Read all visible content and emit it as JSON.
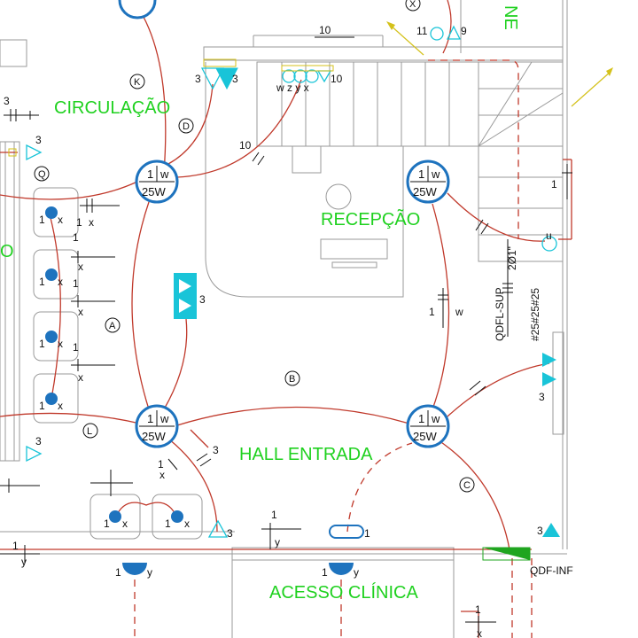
{
  "rooms": {
    "circulacao": "CIRCULAÇÃO",
    "recepcao": "RECEPÇÃO",
    "hall": "HALL ENTRADA",
    "acesso": "ACESSO CLÍNICA",
    "edge_top": "NE",
    "edge_left": "O"
  },
  "lamps": {
    "l1": {
      "num": "1",
      "circ": "w",
      "power": "25W"
    },
    "l2": {
      "num": "1",
      "circ": "w",
      "power": "25W"
    },
    "l3": {
      "num": "1",
      "circ": "w",
      "power": "25W"
    },
    "l4": {
      "num": "1",
      "circ": "w",
      "power": "25W"
    }
  },
  "circuits": {
    "a": "A",
    "b": "B",
    "c": "C",
    "d": "D",
    "k": "K",
    "l": "L",
    "q": "Q",
    "x": "X"
  },
  "labels": {
    "n10_top": "10",
    "n10_diag": "10",
    "n3_sp1": "3",
    "n3_sp2": "3",
    "wzyx": "w z y x",
    "n10_right": "10",
    "n11": "11",
    "n9": "9",
    "n3_left_top": "3",
    "n3_wall_left": "3",
    "n3_pair": "3",
    "n3_right": "3",
    "n3_bot_sp": "3",
    "n3_qdf": "3",
    "n3_lower_left": "3",
    "n1_u": "1",
    "u": "u",
    "qdfl_sup": "QDFL-SUP",
    "cond1": "2Ø1\"",
    "cond2": "#25#25#25",
    "qdf_inf": "QDF-INF",
    "sw_1x_a": "1",
    "x_a": "x",
    "sw_1x_b": "1",
    "x_b": "x",
    "sw_1x_c": "1",
    "x_c": "x",
    "sw_1x_d": "1",
    "x_d": "x",
    "sw_1w": "1",
    "w_mid": "w",
    "det_1x_1": "1",
    "x_det1": "x",
    "det_1x_2": "1",
    "x_det2": "x",
    "det_1x_3": "1",
    "x_det3": "x",
    "det_1x_4": "1",
    "x_det4": "x",
    "det_1x_5": "1",
    "x_det5": "x",
    "det_1x_6": "1",
    "x_det6": "x",
    "sw_1y": "1",
    "y_sw": "y",
    "lamp_1y_a": "1",
    "y_a": "y",
    "lamp_1y_b": "1",
    "y_b": "y",
    "lamp_1y_c": "1",
    "y_c": "y",
    "n1_fluor": "1",
    "n3_hall": "3",
    "n1_diag": "1",
    "x_diag": "x",
    "n1_bottom_right": "1",
    "x_bottom_right": "x"
  },
  "colors": {
    "wire": "#c0392b",
    "fixture": "#1e73be",
    "device": "#19c4d8",
    "room_text": "#1fd11f",
    "panel": "#1fa51f"
  }
}
